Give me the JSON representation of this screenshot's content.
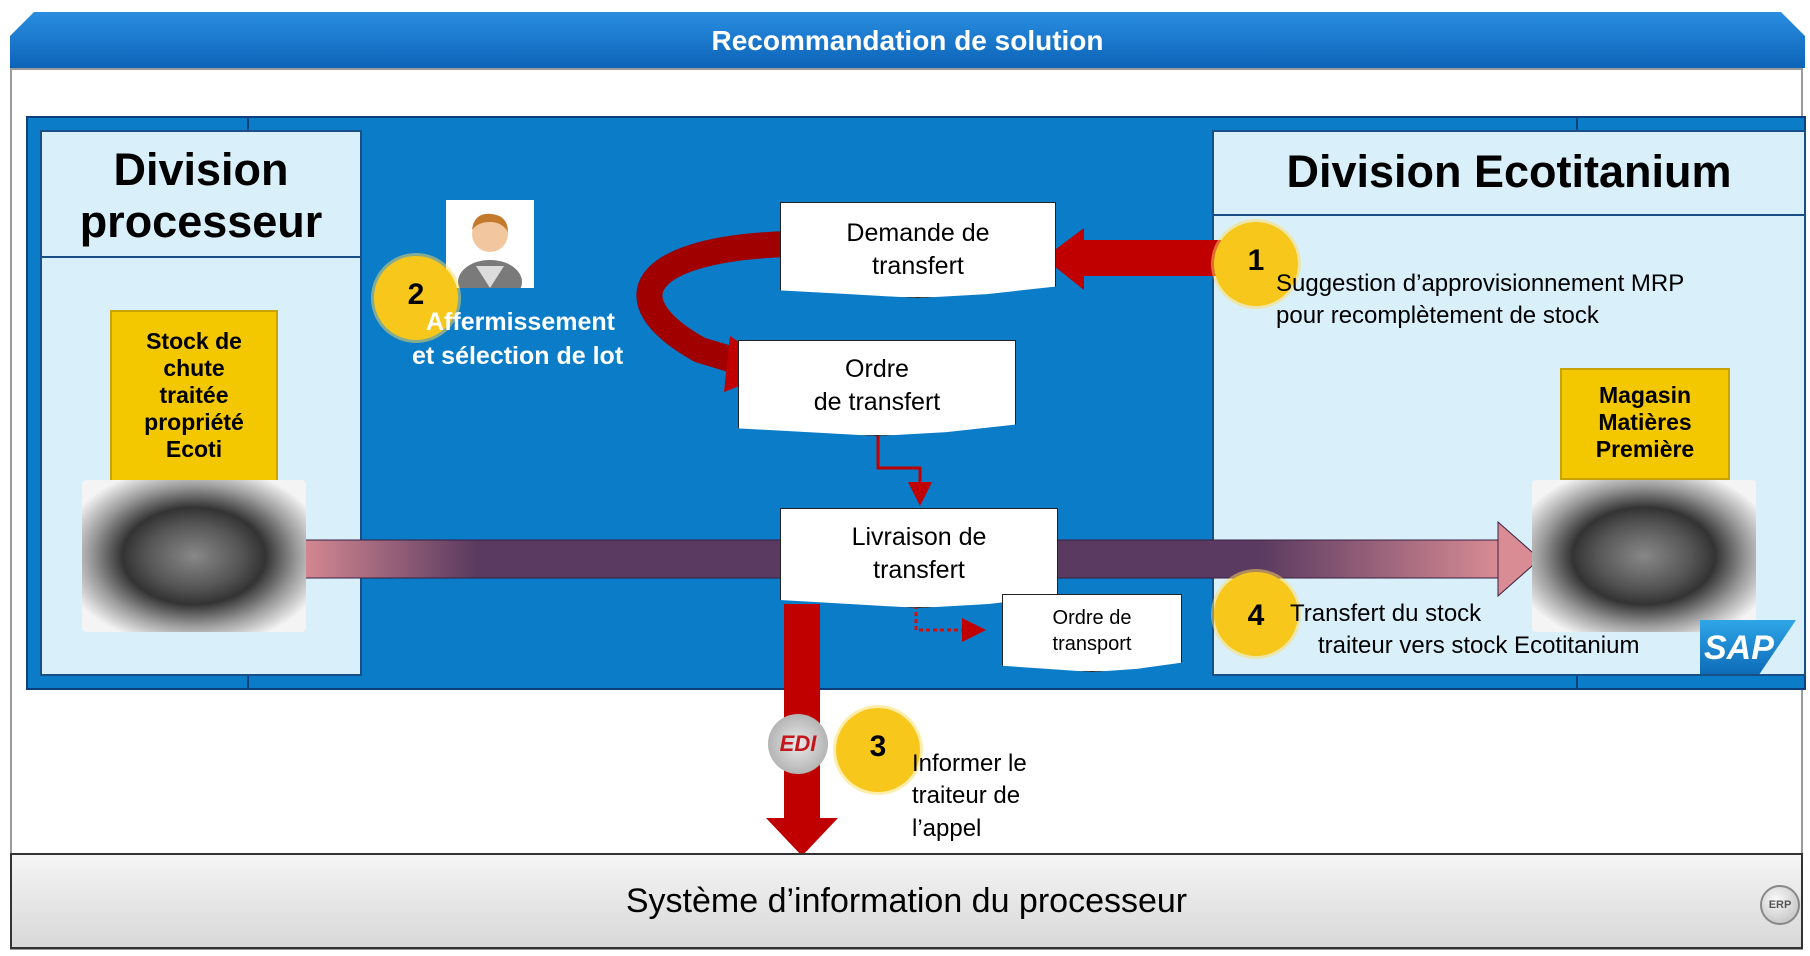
{
  "title": "Recommandation de solution",
  "division_left": {
    "header": [
      "Division",
      "processeur"
    ],
    "box_lines": [
      "Stock de",
      "chute",
      "traitée",
      "propriété",
      "Ecoti"
    ]
  },
  "division_right": {
    "header": "Division Ecotitanium",
    "box_lines": [
      "Magasin",
      "Matières",
      "Première"
    ]
  },
  "documents": {
    "demande": [
      "Demande de",
      "transfert"
    ],
    "ordre": [
      "Ordre",
      "de transfert"
    ],
    "livraison": [
      "Livraison de",
      "transfert"
    ],
    "transport": [
      "Ordre de",
      "transport"
    ]
  },
  "steps": {
    "step1": {
      "number": "1",
      "lines": [
        "Suggestion d’approvisionnement MRP",
        "pour recomplètement de stock"
      ]
    },
    "step2": {
      "number": "2",
      "lines": [
        "Affermissement",
        "et sélection de lot"
      ]
    },
    "step3": {
      "number": "3",
      "lines": [
        "Informer le",
        "traiteur de",
        "l’appel"
      ]
    },
    "step4": {
      "number": "4",
      "lines": [
        "Transfert du stock",
        "traiteur vers stock Ecotitanium"
      ]
    }
  },
  "bottom_system": "Système d’information du processeur",
  "logos": {
    "sap": "SAP",
    "erp": "ERP",
    "edi": "EDI"
  },
  "icons": [
    "user-icon",
    "edi-icon",
    "sap-logo",
    "erp-logo"
  ],
  "colors": {
    "blue_panel": "#0a7cc8",
    "division_fill": "#d9f0fb",
    "gold": "#f4c800",
    "red_arrow": "#c00000",
    "pink_arrow": "#d98c94",
    "purple_band": "#5a3a60",
    "circle": "#f7c71c"
  }
}
